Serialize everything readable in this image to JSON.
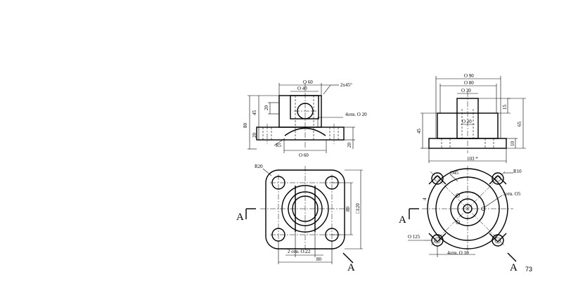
{
  "drawing": {
    "left_front": {
      "d_outer": "О 60",
      "d_inner": "О 40",
      "chamfer": "2х45°",
      "holes": "4отв. О 20",
      "overall_h": "80",
      "upper_h": "45",
      "step_h": "20",
      "base_h": "20",
      "flange_h": "20",
      "radius": "R5",
      "base_d": "О 60"
    },
    "left_top": {
      "corner_r": "R20",
      "inner_sq": "80",
      "outer_sq": "□120",
      "holes": "2 отв. О 22",
      "bottom_w": "80",
      "section": "A"
    },
    "right_front": {
      "d90": "О 90",
      "d80": "О 80",
      "d30": "О 30",
      "d20": "О 20",
      "h15": "15",
      "h45": "45",
      "h65": "65",
      "h10": "10",
      "width": "103 *"
    },
    "right_top": {
      "d45": "О45",
      "r10": "R10",
      "holes5": "3отв. О5",
      "small": "4",
      "d125": "О 125",
      "holes10": "4отв. О 10",
      "section": "A"
    },
    "page_number": "73"
  }
}
